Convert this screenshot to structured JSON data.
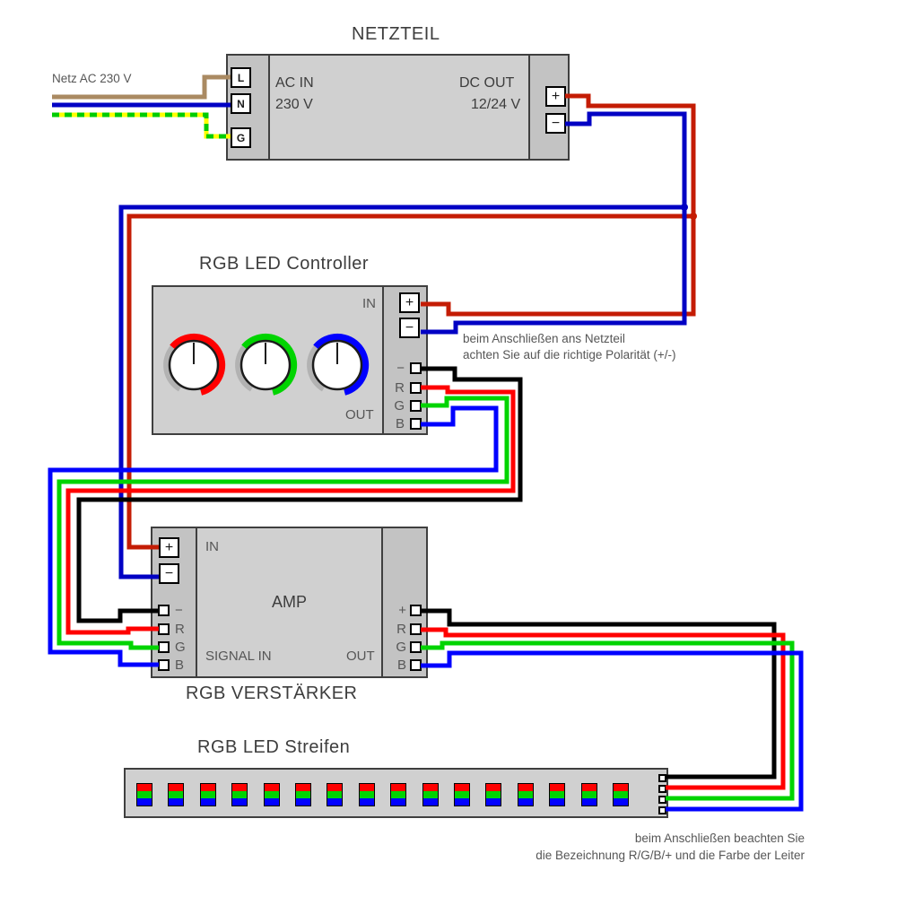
{
  "colors": {
    "box_fill": "#d0d0d0",
    "strip_fill": "#c3c3c3",
    "outline": "#3f3f3f",
    "text_dark": "#3d3d3d",
    "text_gray": "#565656",
    "wire_black": "#000000",
    "wire_red_bright": "#ff0000",
    "wire_green": "#00d400",
    "wire_blue_bright": "#0000ff",
    "wire_red_dark": "#c41c04",
    "wire_blue_dark": "#0000c4",
    "wire_brown": "#aa8a62",
    "wire_yellow": "#ffff00",
    "wire_green_dash": "#00cc00",
    "led_red": "#ff0000",
    "led_green": "#00d400",
    "led_blue": "#0000ff"
  },
  "netzteil": {
    "title": "NETZTEIL",
    "mains_label": "Netz AC 230 V",
    "terminal_l": "L",
    "terminal_n": "N",
    "terminal_g": "G",
    "ac_in_line1": "AC IN",
    "ac_in_line2": "230 V",
    "dc_out_line1": "DC OUT",
    "dc_out_line2": "12/24 V",
    "plus": "+",
    "minus": "−"
  },
  "controller": {
    "title": "RGB LED Controller",
    "in_label": "IN",
    "out_label": "OUT",
    "plus": "+",
    "minus": "−",
    "pins": [
      "−",
      "R",
      "G",
      "B"
    ],
    "note_line1": "beim Anschließen ans Netzteil",
    "note_line2": "achten Sie auf die richtige Polarität (+/-)"
  },
  "amp": {
    "title": "RGB VERSTÄRKER",
    "box_label": "AMP",
    "in_label": "IN",
    "signal_in_label": "SIGNAL IN",
    "out_label": "OUT",
    "plus": "+",
    "minus": "−",
    "pins_in": [
      "−",
      "R",
      "G",
      "B"
    ],
    "pins_out": [
      "+",
      "R",
      "G",
      "B"
    ]
  },
  "strip": {
    "title": "RGB LED Streifen",
    "led_count": 16,
    "note_line1": "beim Anschließen beachten Sie",
    "note_line2": "die Bezeichnung R/G/B/+ und die Farbe der Leiter"
  },
  "knobs": [
    {
      "name": "red-knob",
      "color": "#ff0000"
    },
    {
      "name": "green-knob",
      "color": "#00d400"
    },
    {
      "name": "blue-knob",
      "color": "#0000ff"
    }
  ]
}
